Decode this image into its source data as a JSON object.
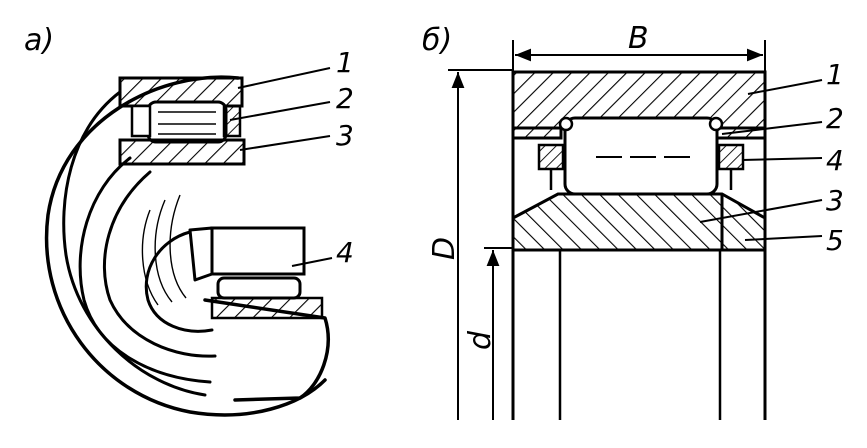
{
  "panel_a": {
    "label": "а)",
    "callouts": [
      "1",
      "2",
      "3",
      "4"
    ]
  },
  "panel_b": {
    "label": "б)",
    "dimension_width": "B",
    "dimension_outer": "D",
    "dimension_inner": "d",
    "callouts": [
      "1",
      "2",
      "4",
      "3",
      "5"
    ]
  },
  "colors": {
    "ink": "#000000",
    "paper": "#ffffff"
  }
}
